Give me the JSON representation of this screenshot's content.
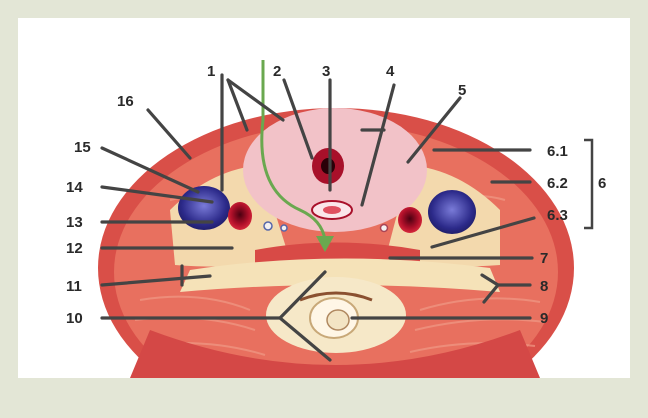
{
  "labels": {
    "l1": "1",
    "l2": "2",
    "l3": "3",
    "l4": "4",
    "l5": "5",
    "l61": "6.1",
    "l62": "6.2",
    "l6": "6",
    "l63": "6.3",
    "l7": "7",
    "l8": "8",
    "l9": "9",
    "l10": "10",
    "l11": "11",
    "l12": "12",
    "l13": "13",
    "l14": "14",
    "l15": "15",
    "l16": "16"
  },
  "colors": {
    "background": "#e3e6d6",
    "panel": "#ffffff",
    "skin": "#e0584f",
    "muscle": "#d64848",
    "thyroid": "#f2c2c8",
    "fat": "#f5e2b8",
    "vein": "#2c2a8a",
    "artery": "#b0102a",
    "arrow": "#6aa84f"
  }
}
